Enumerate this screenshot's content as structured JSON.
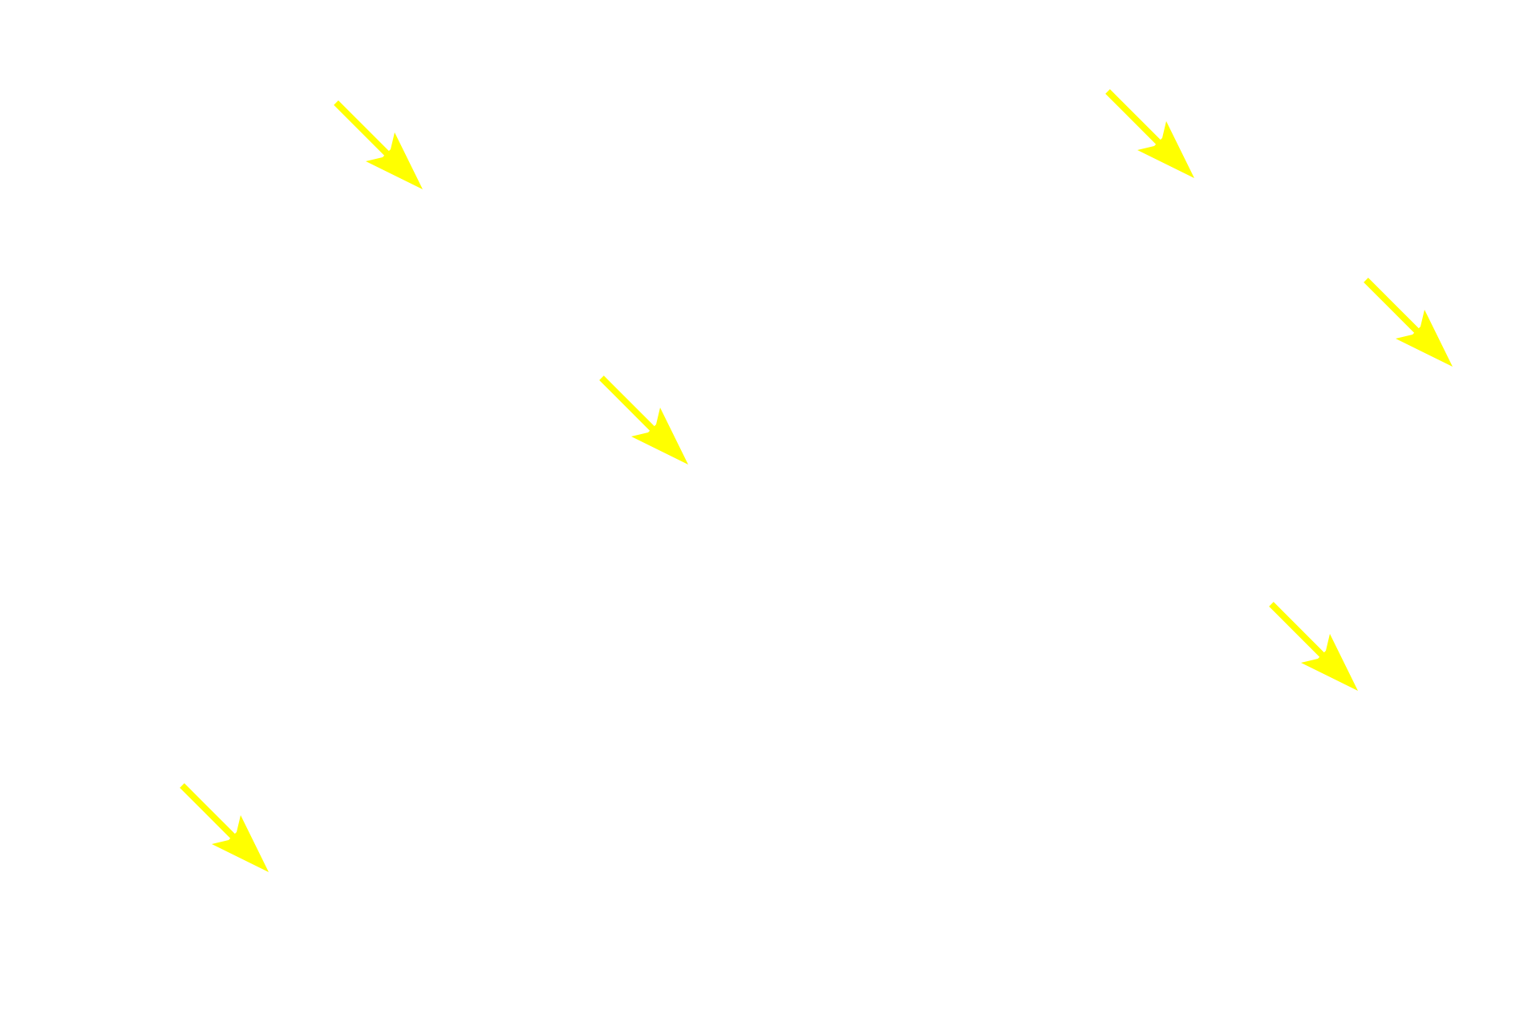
{
  "background_color": "#ffffff",
  "arrow_color": "#ffff00",
  "arrows": [
    {
      "name": "arrow-1",
      "icon": "arrow-down-right-icon"
    },
    {
      "name": "arrow-2",
      "icon": "arrow-down-right-icon"
    },
    {
      "name": "arrow-3",
      "icon": "arrow-down-right-icon"
    },
    {
      "name": "arrow-4",
      "icon": "arrow-down-right-icon"
    },
    {
      "name": "arrow-5",
      "icon": "arrow-down-right-icon"
    },
    {
      "name": "arrow-6",
      "icon": "arrow-down-right-icon"
    }
  ]
}
